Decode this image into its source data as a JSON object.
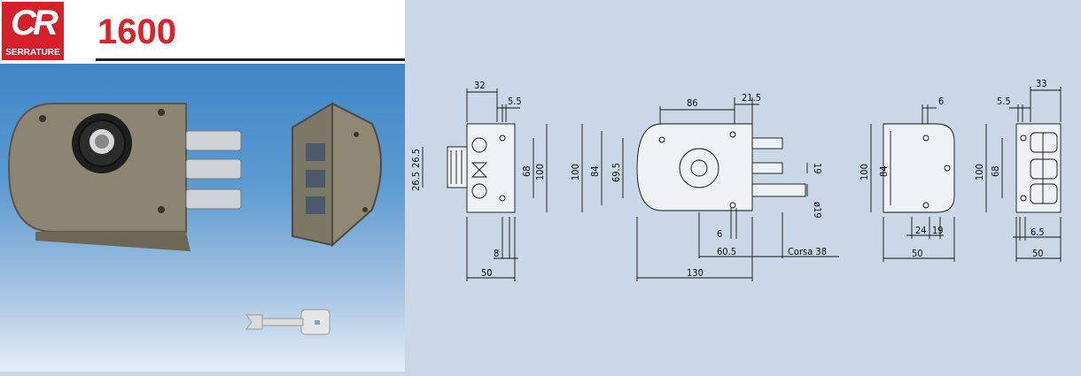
{
  "header": {
    "logo_letters": "CR",
    "logo_sub": "SERRATURE",
    "model": "1600"
  },
  "colors": {
    "brand_red": "#d51f2a",
    "drawing_background": "#c9d7e6",
    "lock_body": "#8c8572"
  },
  "dimensions": {
    "view1": {
      "width_top": "32",
      "offset_top": "5.5",
      "height_small": "26.5",
      "height_mid": "26.5",
      "h68": "68",
      "h100": "100",
      "bottom_8": "8",
      "bottom_50": "50"
    },
    "view2": {
      "top_86": "86",
      "top_21_5": "21.5",
      "h100": "100",
      "h84": "84",
      "h69_5": "69.5",
      "v19": "19",
      "dia19": "ø19",
      "bottom_6": "6",
      "bottom_60_5": "60.5",
      "corsa": "Corsa 38",
      "bottom_130": "130"
    },
    "view3": {
      "top_6": "6",
      "h100": "100",
      "h84": "84",
      "bottom_24": "24",
      "bottom_19": "19",
      "bottom_50": "50"
    },
    "view4": {
      "top_33": "33",
      "top_5_5": "5.5",
      "h100": "100",
      "h68": "68",
      "bottom_6_5": "6.5",
      "bottom_50": "50"
    }
  }
}
